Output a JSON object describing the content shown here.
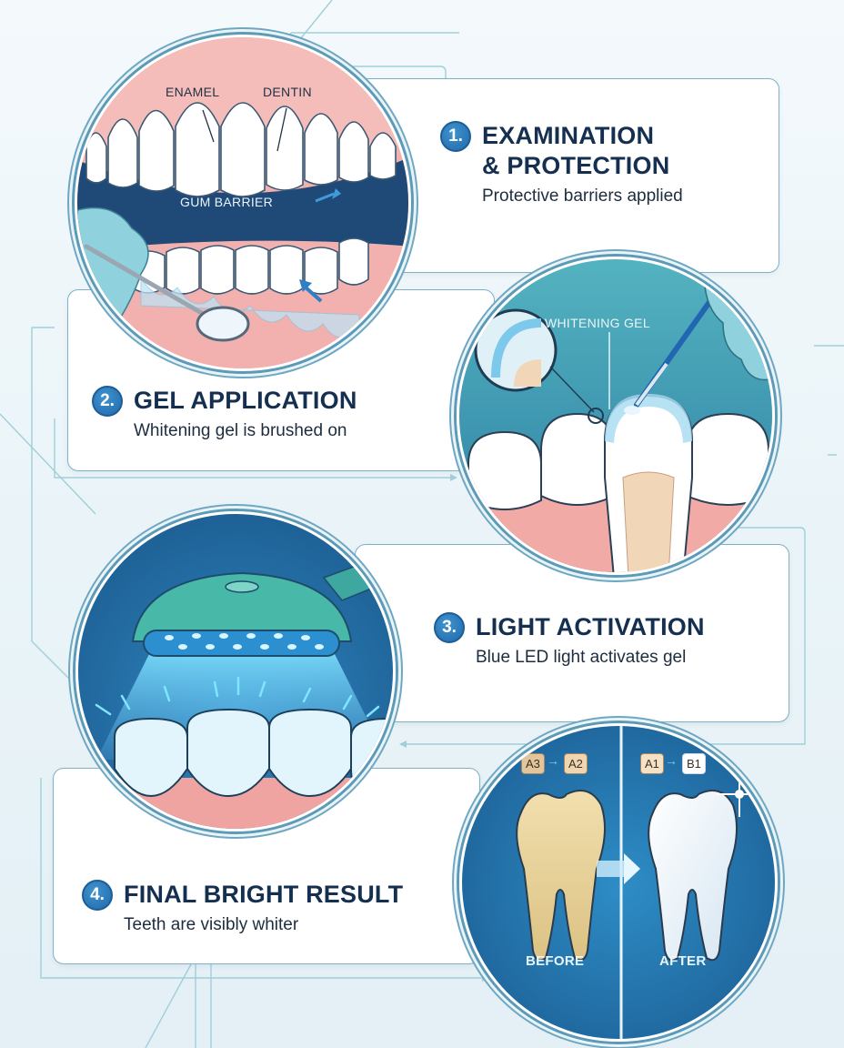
{
  "infographic": {
    "colors": {
      "accent_blue": "#2a76b6",
      "title_navy": "#142f50",
      "card_border": "#7fb0c6",
      "gum_pink": "#f0a7a5",
      "circle_dark_blue": "#1f5f95"
    },
    "steps": [
      {
        "number": "1.",
        "title": "EXAMINATION\n& PROTECTION",
        "description": "Protective barriers applied",
        "illustration": {
          "labels": {
            "enamel": "ENAMEL",
            "dentin": "DENTIN",
            "gum_barrier": "GUM BARRIER"
          }
        }
      },
      {
        "number": "2.",
        "title": "GEL APPLICATION",
        "description": "Whitening gel is brushed on",
        "illustration": {
          "labels": {
            "whitening_gel": "WHITENING GEL"
          }
        }
      },
      {
        "number": "3.",
        "title": "LIGHT ACTIVATION",
        "description": "Blue LED light activates gel"
      },
      {
        "number": "4.",
        "title": "FINAL BRIGHT RESULT",
        "description": "Teeth are visibly whiter",
        "illustration": {
          "shades_before": [
            "A3",
            "A2"
          ],
          "shades_after": [
            "A1",
            "B1"
          ],
          "shade_arrow": "→",
          "before_label": "BEFORE",
          "after_label": "AFTER"
        }
      }
    ]
  }
}
